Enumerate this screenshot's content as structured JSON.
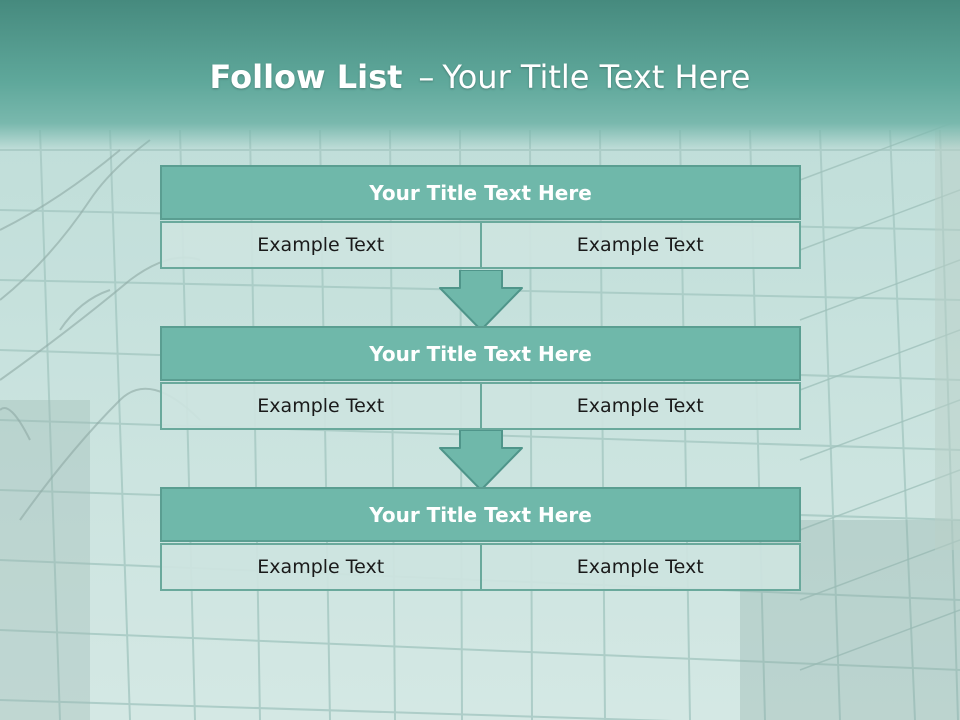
{
  "title": {
    "bold": "Follow List",
    "dash": "–",
    "rest": "Your Title Text Here"
  },
  "blocks": [
    {
      "title": "Your Title Text Here",
      "cells": [
        "Example Text",
        "Example Text"
      ]
    },
    {
      "title": "Your Title Text Here",
      "cells": [
        "Example Text",
        "Example Text"
      ]
    },
    {
      "title": "Your Title Text Here",
      "cells": [
        "Example Text",
        "Example Text"
      ]
    }
  ],
  "colors": {
    "header": "#5fa89b",
    "block_title_bg": "#6fb8aa",
    "cell_bg": "#cde4e0",
    "arrow": "#6fb8aa"
  }
}
